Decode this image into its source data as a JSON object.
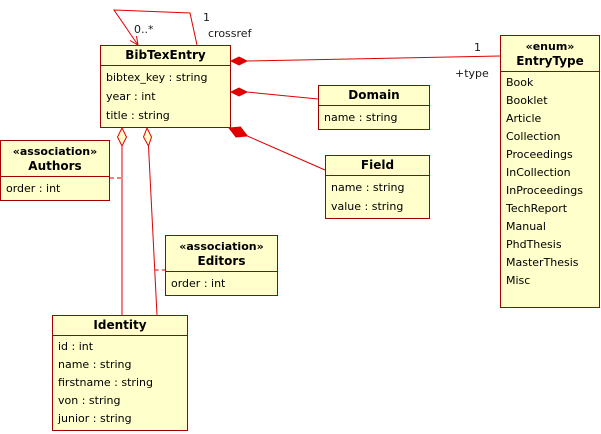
{
  "diagram": {
    "colors": {
      "fill": "#ffffcc",
      "border": "#a40000",
      "line": "#e00000",
      "diamond": "#e00000"
    },
    "classes": {
      "bibtexentry": {
        "title": "BibTexEntry",
        "attributes": [
          "bibtex_key : string",
          "year : int",
          "title : string"
        ]
      },
      "entrytype": {
        "stereotype": "«enum»",
        "title": "EntryType",
        "values": [
          "Book",
          "Booklet",
          "Article",
          "Collection",
          "Proceedings",
          "InCollection",
          "InProceedings",
          "TechReport",
          "Manual",
          "PhdThesis",
          "MasterThesis",
          "Misc"
        ]
      },
      "domain": {
        "title": "Domain",
        "attributes": [
          "name : string"
        ]
      },
      "field": {
        "title": "Field",
        "attributes": [
          "name : string",
          "value : string"
        ]
      },
      "authors": {
        "stereotype": "«association»",
        "title": "Authors",
        "attributes": [
          "order : int"
        ]
      },
      "editors": {
        "stereotype": "«association»",
        "title": "Editors",
        "attributes": [
          "order : int"
        ]
      },
      "identity": {
        "title": "Identity",
        "attributes": [
          "id : int",
          "name : string",
          "firstname : string",
          "von : string",
          "junior : string"
        ]
      }
    },
    "labels": {
      "self_multiplicity": "0..*",
      "crossref_multiplicity": "1",
      "crossref_role": "crossref",
      "type_multiplicity": "1",
      "type_role": "+type"
    }
  }
}
